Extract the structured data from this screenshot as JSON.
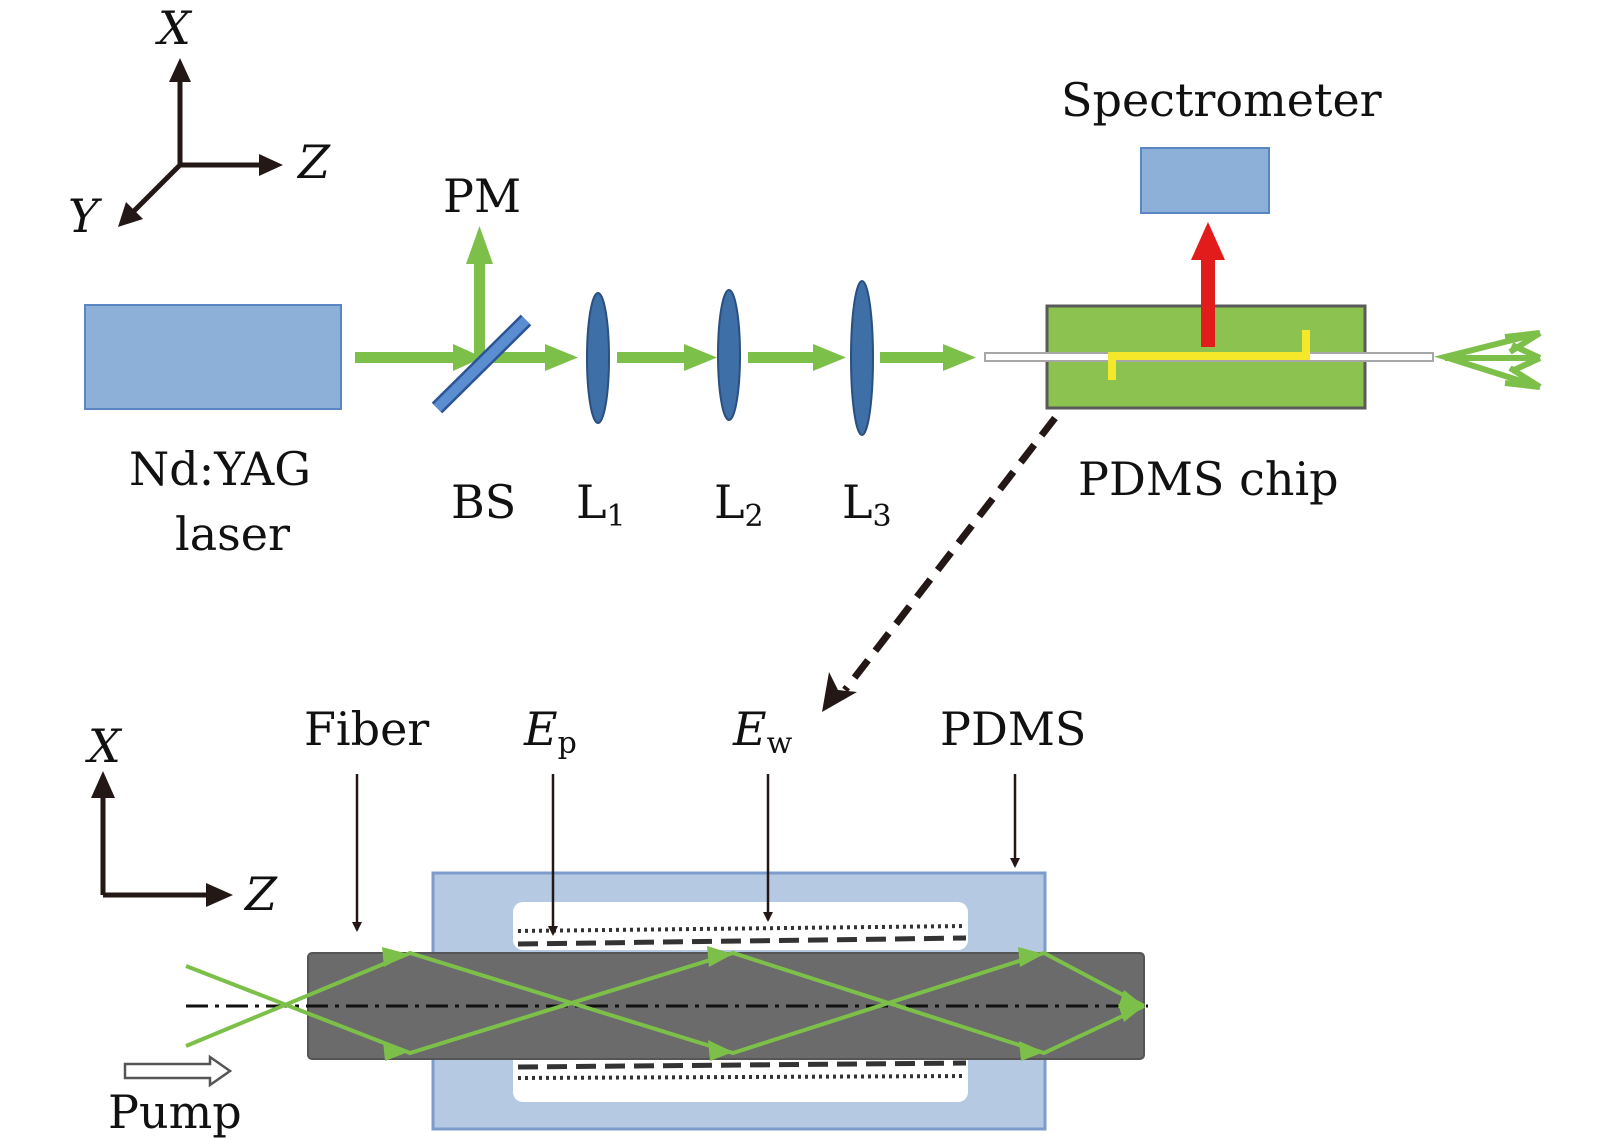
{
  "top_axes": {
    "x": "X",
    "y": "Y",
    "z": "Z"
  },
  "bottom_axes": {
    "x": "X",
    "z": "Z"
  },
  "labels": {
    "laser_line1": "Nd:YAG",
    "laser_line2": "laser",
    "pm": "PM",
    "bs": "BS",
    "l1_main": "L",
    "l1_sub": "1",
    "l2_main": "L",
    "l2_sub": "2",
    "l3_main": "L",
    "l3_sub": "3",
    "spectrometer": "Spectrometer",
    "pdms_chip": "PDMS chip",
    "fiber": "Fiber",
    "ep_main": "E",
    "ep_sub": "p",
    "ew_main": "E",
    "ew_sub": "w",
    "pdms": "PDMS",
    "pump": "Pump"
  },
  "colors": {
    "laser_box": "#8db0d9",
    "beam_green": "#7cc04a",
    "lens_blue": "#3f6fa7",
    "chip_green": "#8cc350",
    "signal_red": "#e21b1b",
    "waveguide_yellow": "#f5e82a",
    "fiber_gray": "#6b6b6b",
    "pdms_blue": "#b5c9e3"
  }
}
